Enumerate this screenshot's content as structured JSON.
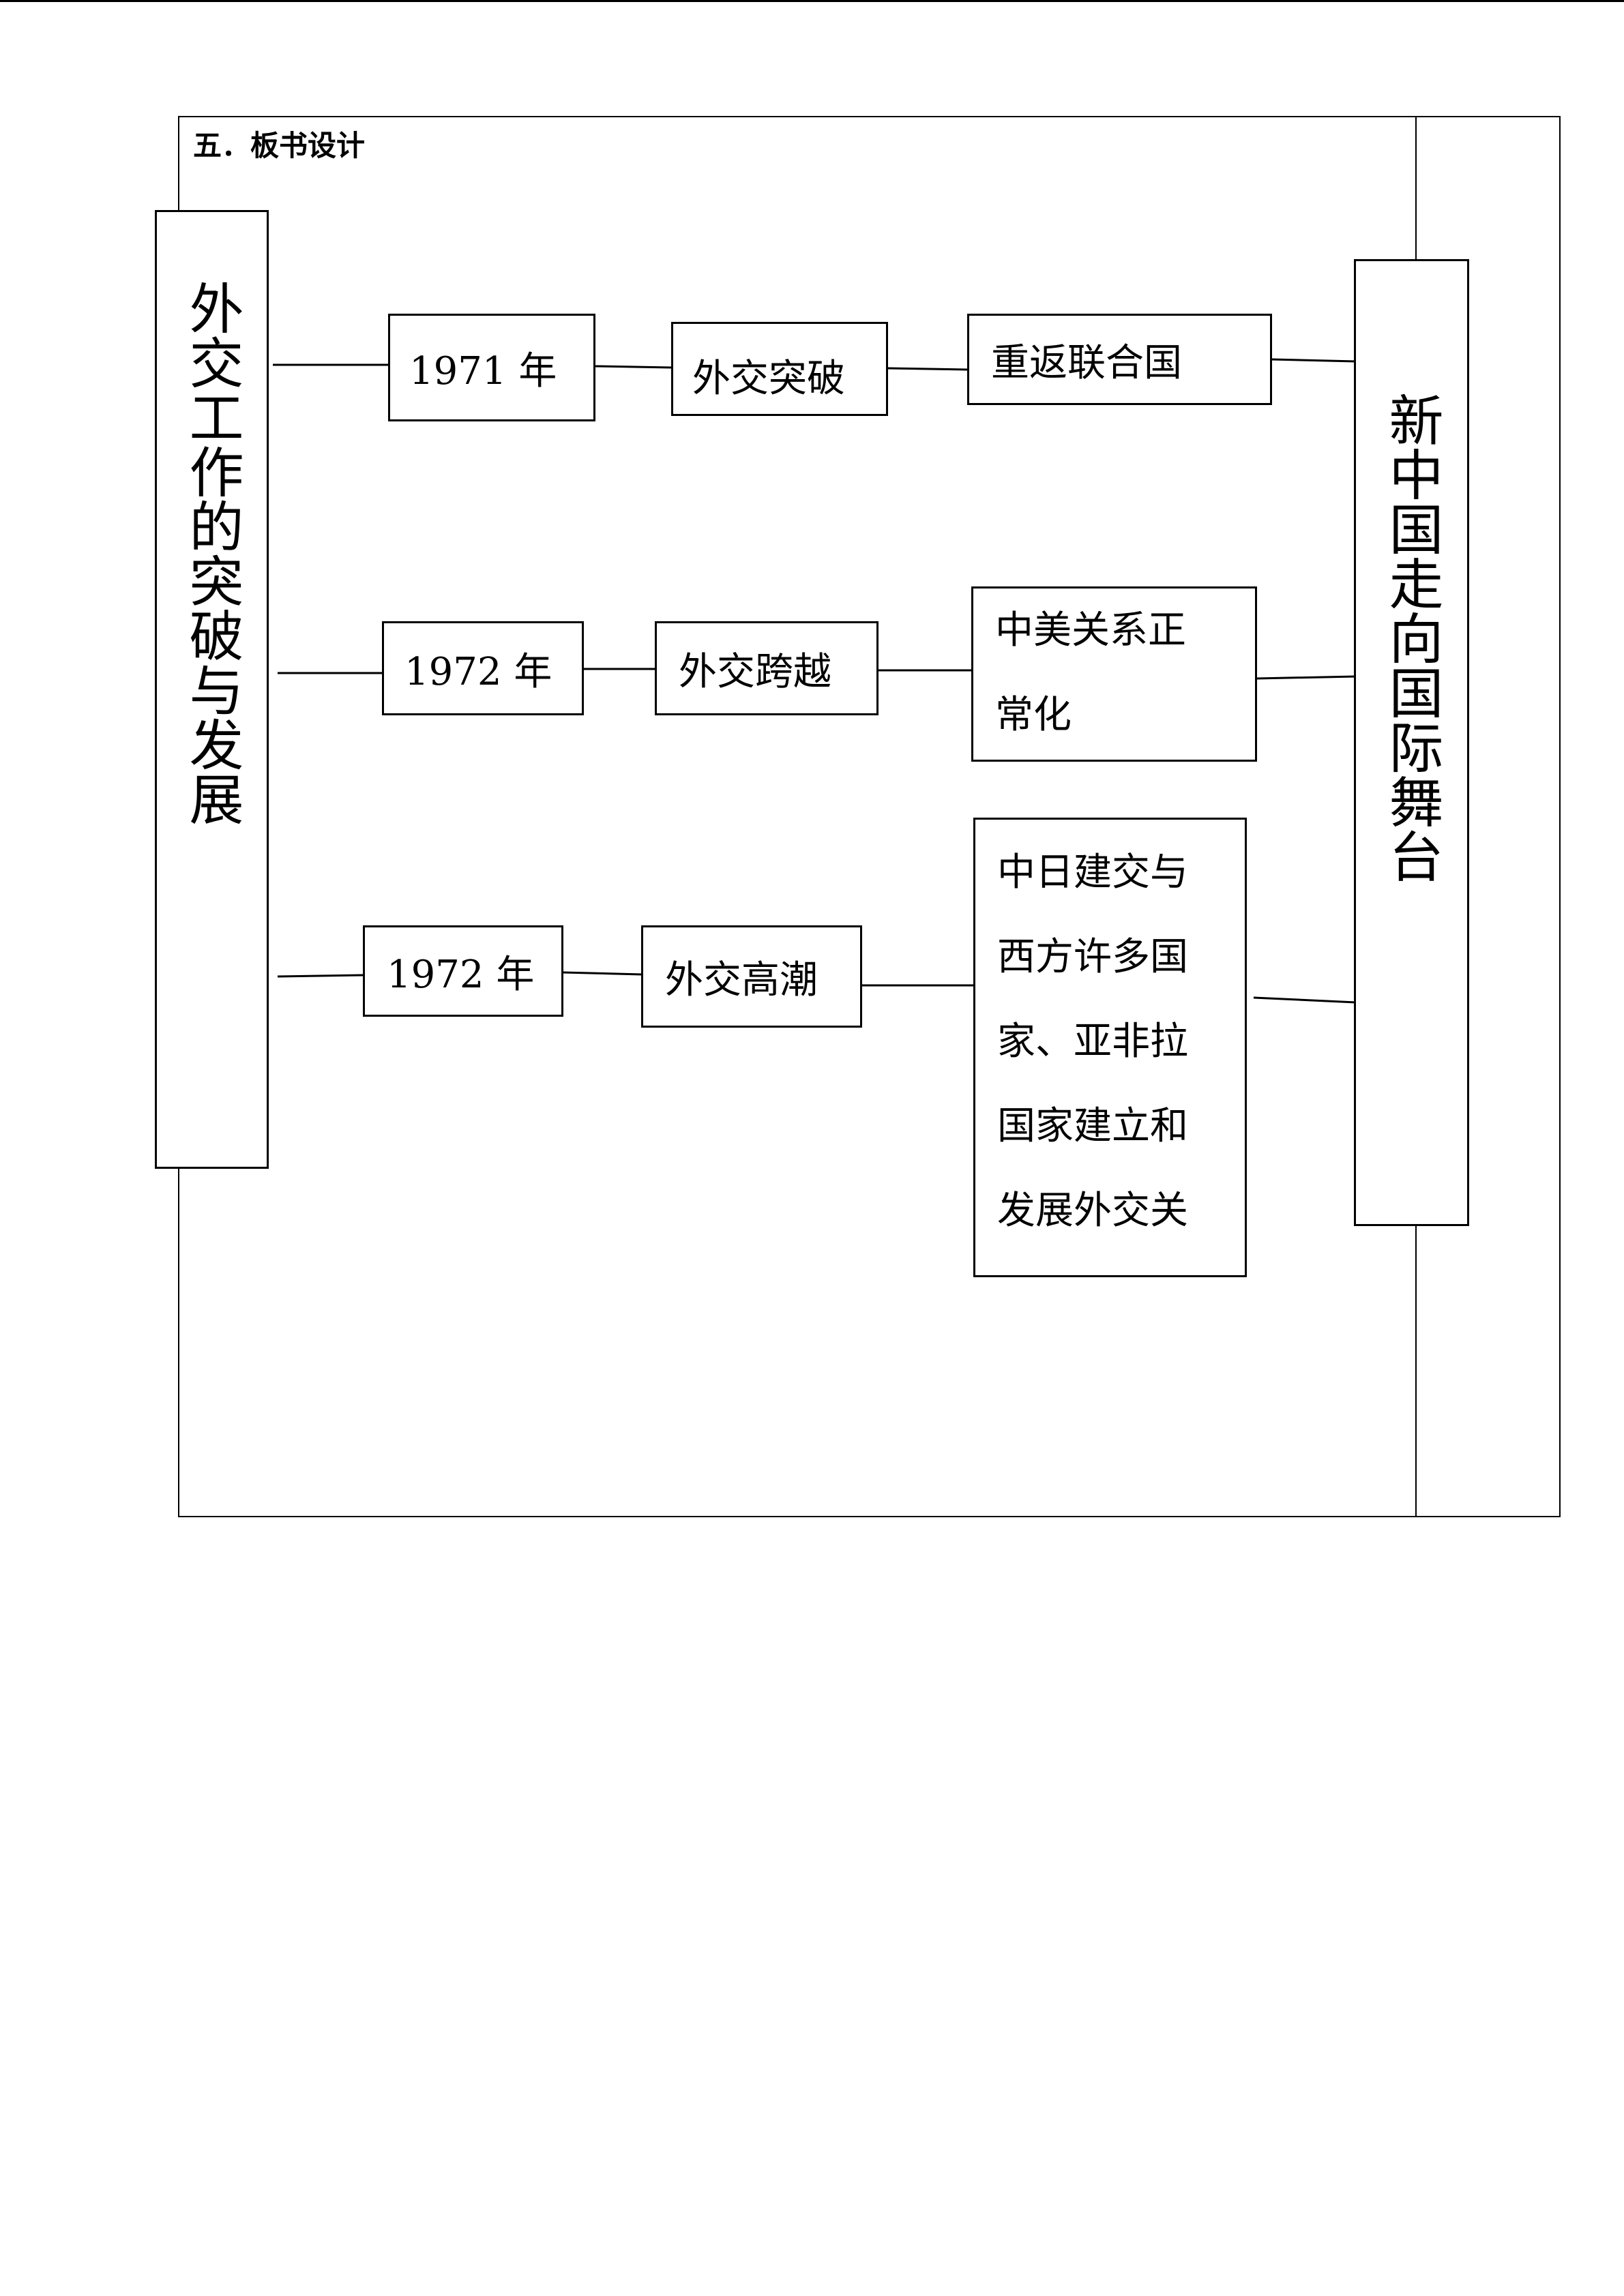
{
  "section_title": "五．板书设计",
  "left_title": "外交工作的突破与发展",
  "right_title": "新中国走向国际舞台",
  "rows": [
    {
      "year": "1971 年",
      "event": "外交突破",
      "result_lines": [
        "重返联合国"
      ]
    },
    {
      "year": "1972 年",
      "event": "外交跨越",
      "result_lines": [
        "中美关系正",
        "常化"
      ]
    },
    {
      "year": "1972 年",
      "event": "外交高潮",
      "result_lines": [
        "中日建交与",
        "西方许多国",
        "家、亚非拉",
        "国家建立和",
        "发展外交关"
      ]
    }
  ]
}
